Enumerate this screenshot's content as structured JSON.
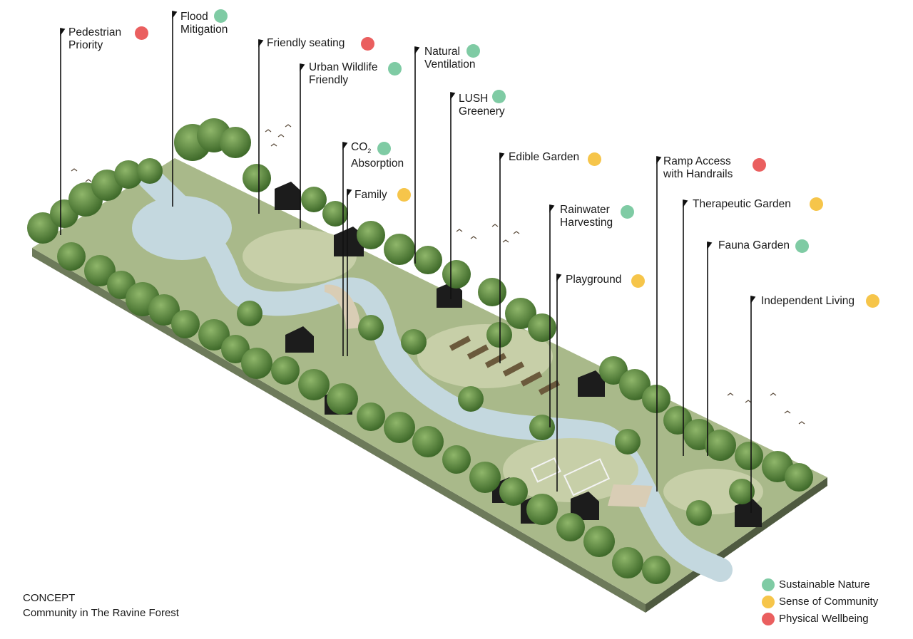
{
  "callouts": [
    {
      "id": "pedestrian-priority",
      "lines": [
        "Pedestrian",
        "Priority"
      ],
      "category": "wellbeing"
    },
    {
      "id": "flood-mitigation",
      "lines": [
        "Flood",
        "Mitigation"
      ],
      "category": "sustainable"
    },
    {
      "id": "friendly-seating",
      "lines": [
        "Friendly seating"
      ],
      "category": "wellbeing"
    },
    {
      "id": "urban-wildlife",
      "lines": [
        "Urban Wildlife",
        "Friendly"
      ],
      "category": "sustainable"
    },
    {
      "id": "natural-ventilation",
      "lines": [
        "Natural",
        "Ventilation"
      ],
      "category": "sustainable"
    },
    {
      "id": "lush-greenery",
      "lines": [
        "LUSH",
        "Greenery"
      ],
      "category": "sustainable"
    },
    {
      "id": "co2-absorption",
      "co2": "CO",
      "co2_sub": "2",
      "lines": [
        "Absorption"
      ],
      "category": "sustainable"
    },
    {
      "id": "family",
      "lines": [
        "Family"
      ],
      "category": "community"
    },
    {
      "id": "edible-garden",
      "lines": [
        "Edible Garden"
      ],
      "category": "community"
    },
    {
      "id": "ramp-access",
      "lines": [
        "Ramp Access",
        "with Handrails"
      ],
      "category": "wellbeing"
    },
    {
      "id": "rainwater-harvesting",
      "lines": [
        "Rainwater",
        "Harvesting"
      ],
      "category": "sustainable"
    },
    {
      "id": "therapeutic-garden",
      "lines": [
        "Therapeutic Garden"
      ],
      "category": "community"
    },
    {
      "id": "playground",
      "lines": [
        "Playground"
      ],
      "category": "community"
    },
    {
      "id": "fauna-garden",
      "lines": [
        "Fauna Garden"
      ],
      "category": "sustainable"
    },
    {
      "id": "independent-living",
      "lines": [
        "Independent Living"
      ],
      "category": "community"
    }
  ],
  "caption": {
    "title": "CONCEPT",
    "subtitle": "Community in The Ravine Forest"
  },
  "legend": [
    {
      "category": "sustainable",
      "label": "Sustainable Nature"
    },
    {
      "category": "community",
      "label": "Sense of Community"
    },
    {
      "category": "wellbeing",
      "label": "Physical Wellbeing"
    }
  ],
  "colors": {
    "sustainable": "#7fcba4",
    "community": "#f6c54a",
    "wellbeing": "#ea5f5f",
    "ground": "#a9b98a",
    "forest": "#5f8a3f",
    "water": "#bcd3dc"
  }
}
